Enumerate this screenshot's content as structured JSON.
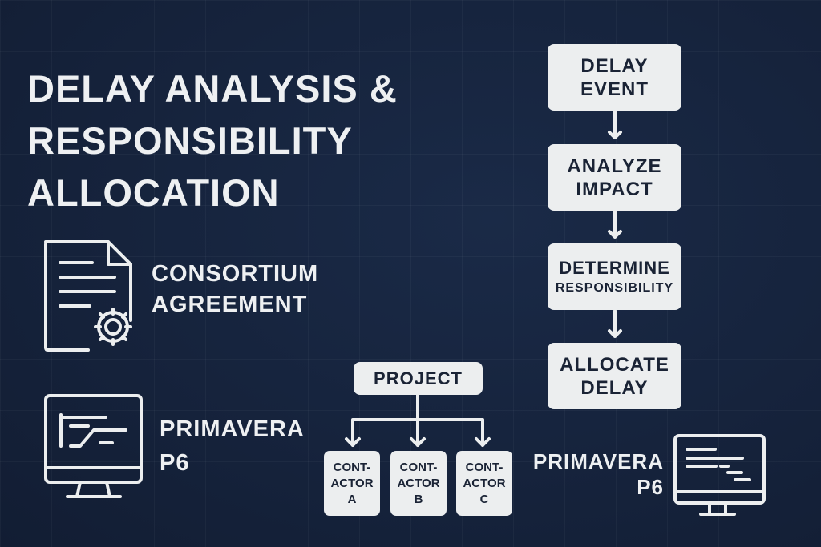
{
  "title": [
    "DELAY ANALYSIS &",
    "RESPONSIBILITY",
    "ALLOCATION"
  ],
  "consortium": [
    "CONSORTIUM",
    "AGREEMENT"
  ],
  "primavera_left": [
    "PRIMAVERA",
    "P6"
  ],
  "primavera_right": [
    "PRIMAVERA",
    "P6"
  ],
  "flow": [
    [
      "DELAY",
      "EVENT"
    ],
    [
      "ANALYZE",
      "IMPACT"
    ],
    [
      "DETERMINE",
      "RESPONSIBILITY"
    ],
    [
      "ALLOCATE",
      "DELAY"
    ]
  ],
  "project": "PROJECT",
  "contractors": [
    [
      "CONT-",
      "ACTOR",
      "A"
    ],
    [
      "CONT-",
      "ACTOR",
      "B"
    ],
    [
      "CONT-",
      "ACTOR",
      "C"
    ]
  ]
}
